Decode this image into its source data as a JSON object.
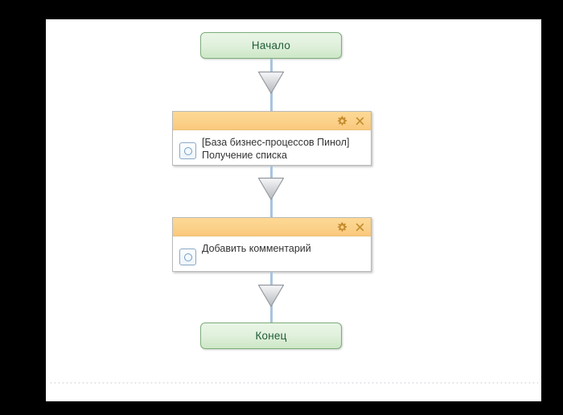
{
  "diagram": {
    "title": "Business process flow diagram",
    "canvas_background": "#ffffff",
    "page_border_color": "#000000",
    "nodes": [
      {
        "id": "start",
        "type": "terminator",
        "label": "Начало",
        "fill": "#e2f1de",
        "border": "#7ead7c",
        "text_color": "#1f5c36"
      },
      {
        "id": "task-1",
        "type": "task",
        "label": "[База бизнес-процессов Пинол] Получение списка",
        "header_fill": "#fbd18a",
        "body_fill": "#ffffff",
        "border": "#b9b9b9",
        "glyph": "rounded-square-circle-icon",
        "actions": [
          {
            "name": "settings-icon",
            "glyph": "gear"
          },
          {
            "name": "close-icon",
            "glyph": "cross"
          }
        ]
      },
      {
        "id": "task-2",
        "type": "task",
        "label": "Добавить комментарий",
        "header_fill": "#fbd18a",
        "body_fill": "#ffffff",
        "border": "#b9b9b9",
        "glyph": "rounded-square-circle-icon",
        "actions": [
          {
            "name": "settings-icon",
            "glyph": "gear"
          },
          {
            "name": "close-icon",
            "glyph": "cross"
          }
        ]
      },
      {
        "id": "end",
        "type": "terminator",
        "label": "Конец",
        "fill": "#e2f1de",
        "border": "#7ead7c",
        "text_color": "#1f5c36"
      }
    ],
    "connectors": [
      {
        "id": "c1",
        "from": "start",
        "to": "task-1",
        "line_color": "#a9c4dd",
        "arrow": "down-triangle"
      },
      {
        "id": "c2",
        "from": "task-1",
        "to": "task-2",
        "line_color": "#a9c4dd",
        "arrow": "down-triangle"
      },
      {
        "id": "c3",
        "from": "task-2",
        "to": "end",
        "line_color": "#a9c4dd",
        "arrow": "down-triangle"
      }
    ],
    "footer_rule": {
      "style": "dotted",
      "color": "#dfe3e8"
    }
  }
}
